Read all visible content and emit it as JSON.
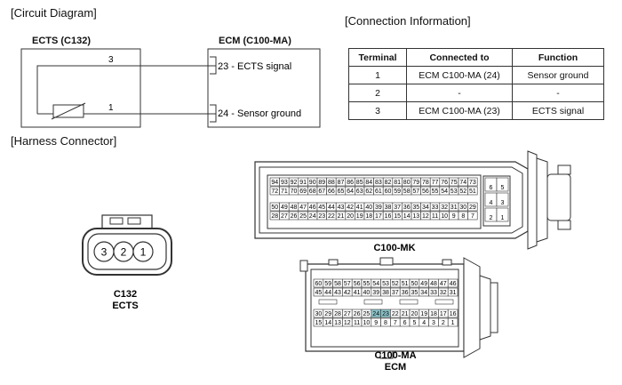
{
  "sections": {
    "circuit": "[Circuit Diagram]",
    "connection": "[Connection Information]",
    "harness": "[Harness Connector]"
  },
  "circuit": {
    "ects_label": "ECTS (C132)",
    "ecm_label": "ECM (C100-MA)",
    "ects_pin_top": "3",
    "ects_pin_bottom": "1",
    "ecm_pin_23": "23 - ECTS signal",
    "ecm_pin_24": "24 - Sensor ground"
  },
  "connection_table": {
    "headers": [
      "Terminal",
      "Connected to",
      "Function"
    ],
    "rows": [
      [
        "1",
        "ECM C100-MA (24)",
        "Sensor ground"
      ],
      [
        "2",
        "-",
        "-"
      ],
      [
        "3",
        "ECM C100-MA (23)",
        "ECTS signal"
      ]
    ]
  },
  "connectors": {
    "c132": {
      "pins": [
        "3",
        "2",
        "1"
      ],
      "label1": "C132",
      "label2": "ECTS"
    },
    "mk": {
      "label": "C100-MK",
      "row1": [
        "94",
        "93",
        "92",
        "91",
        "90",
        "89",
        "88",
        "87",
        "86",
        "85",
        "84",
        "83",
        "82",
        "81",
        "80",
        "79",
        "78",
        "77",
        "76",
        "75",
        "74",
        "73"
      ],
      "row2": [
        "72",
        "71",
        "70",
        "69",
        "68",
        "67",
        "66",
        "65",
        "64",
        "63",
        "62",
        "61",
        "60",
        "59",
        "58",
        "57",
        "56",
        "55",
        "54",
        "53",
        "52",
        "51"
      ],
      "row3": [
        "50",
        "49",
        "48",
        "47",
        "46",
        "45",
        "44",
        "43",
        "42",
        "41",
        "40",
        "39",
        "38",
        "37",
        "36",
        "35",
        "34",
        "33",
        "32",
        "31",
        "30",
        "29"
      ],
      "row4": [
        "28",
        "27",
        "26",
        "25",
        "24",
        "23",
        "22",
        "21",
        "20",
        "19",
        "18",
        "17",
        "16",
        "15",
        "14",
        "13",
        "12",
        "11",
        "10",
        "9",
        "8",
        "7"
      ],
      "side": [
        [
          "6",
          "5"
        ],
        [
          "4",
          "3"
        ],
        [
          "2",
          "1"
        ]
      ]
    },
    "ma": {
      "label1": "C100-MA",
      "label2": "ECM",
      "row1": [
        "60",
        "59",
        "58",
        "57",
        "56",
        "55",
        "54",
        "53",
        "52",
        "51",
        "50",
        "49",
        "48",
        "47",
        "46"
      ],
      "row2": [
        "45",
        "44",
        "43",
        "42",
        "41",
        "40",
        "39",
        "38",
        "37",
        "36",
        "35",
        "34",
        "33",
        "32",
        "31"
      ],
      "row3": [
        "30",
        "29",
        "28",
        "27",
        "26",
        "25",
        "24",
        "23",
        "22",
        "21",
        "20",
        "19",
        "18",
        "17",
        "16"
      ],
      "row4": [
        "15",
        "14",
        "13",
        "12",
        "11",
        "10",
        "9",
        "8",
        "7",
        "6",
        "5",
        "4",
        "3",
        "2",
        "1"
      ],
      "highlight": [
        "24",
        "23"
      ],
      "highlight_color": "#8ec6cc"
    }
  }
}
